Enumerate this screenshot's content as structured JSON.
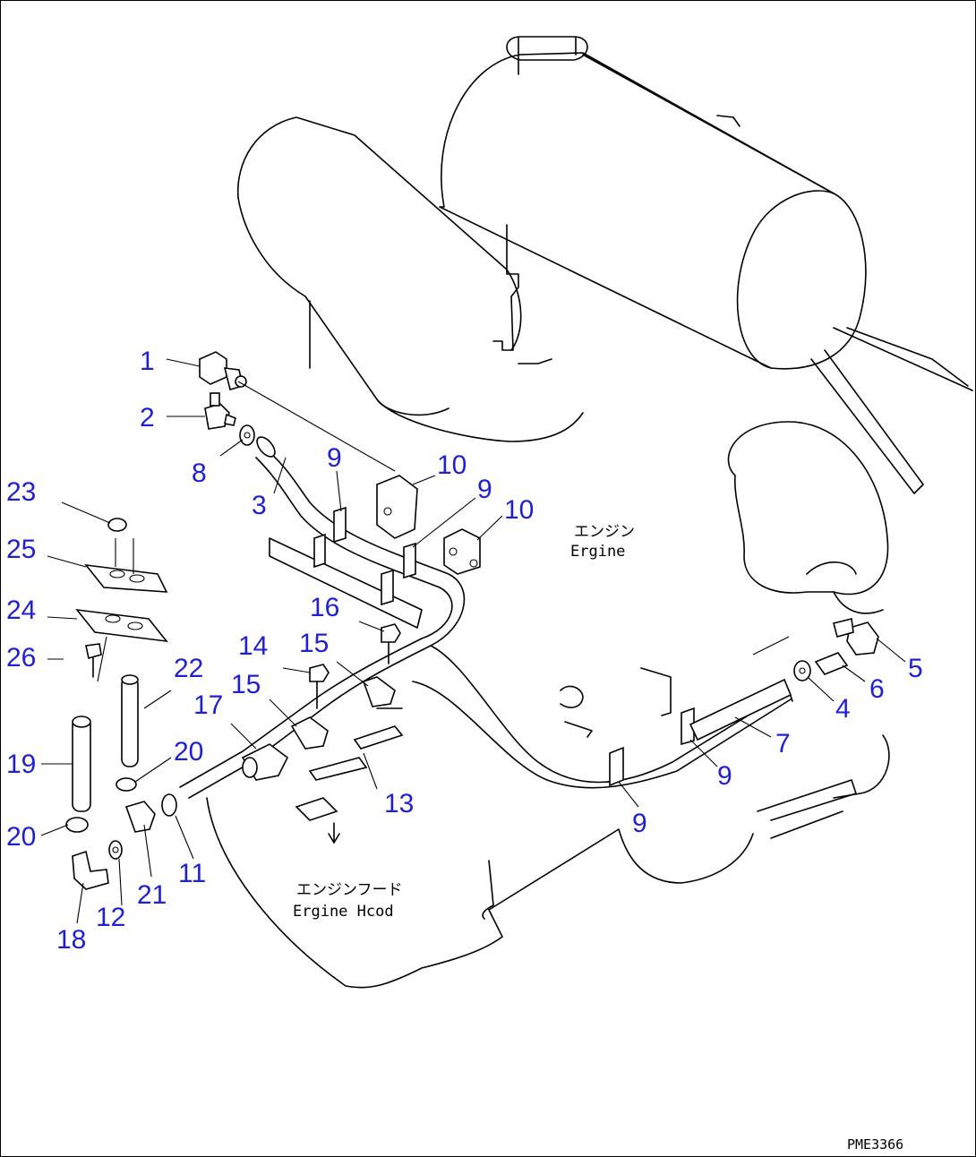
{
  "labels": {
    "n1": "1",
    "n2": "2",
    "n3": "3",
    "n4": "4",
    "n5": "5",
    "n6": "6",
    "n7": "7",
    "n8": "8",
    "n9a": "9",
    "n9b": "9",
    "n9c": "9",
    "n9d": "9",
    "n10a": "10",
    "n10b": "10",
    "n11": "11",
    "n12": "12",
    "n13": "13",
    "n14": "14",
    "n15a": "15",
    "n15b": "15",
    "n16": "16",
    "n17": "17",
    "n18": "18",
    "n19": "19",
    "n20a": "20",
    "n20b": "20",
    "n21": "21",
    "n22": "22",
    "n23": "23",
    "n24": "24",
    "n25": "25",
    "n26": "26"
  },
  "notes": {
    "engine_jp": "エンジン",
    "engine_en": "Ergine",
    "hood_jp": "エンジンフード",
    "hood_en": "Ergine Hcod"
  },
  "drawing_code": "PME3366",
  "colors": {
    "callout": "#1f1fd6",
    "line": "#000000",
    "background": "#ffffff"
  }
}
